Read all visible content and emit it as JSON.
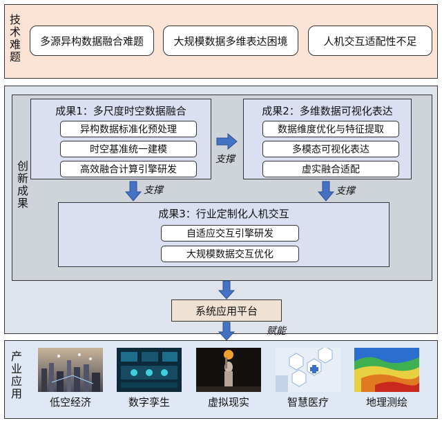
{
  "challenges": {
    "side_label": "技术难题",
    "items": [
      "多源异构数据融合难题",
      "大规模数据多维表达困境",
      "人机交互适配性不足"
    ]
  },
  "innovation": {
    "side_label": "创新成果",
    "result1": {
      "title": "成果1：多尺度时空数据融合",
      "items": [
        "异构数据标准化预处理",
        "时空基准统一建模",
        "高效融合计算引擎研发"
      ]
    },
    "result2": {
      "title": "成果2：多维数据可视化表达",
      "items": [
        "数据维度优化与特征提取",
        "多模态可视化表达",
        "虚实融合适配"
      ]
    },
    "result3": {
      "title": "成果3：行业定制化人机交互",
      "items": [
        "自适应交互引擎研发",
        "大规模数据交互优化"
      ]
    },
    "support_label": "支撑"
  },
  "platform": {
    "label": "系统应用平台",
    "empower_label": "赋能"
  },
  "applications": {
    "side_label": "产业应用",
    "items": [
      "低空经济",
      "数字孪生",
      "虚拟现实",
      "智慧医疗",
      "地理测绘"
    ]
  },
  "colors": {
    "arrow": "#4472c4",
    "arrow_border": "#2f4f8f"
  }
}
